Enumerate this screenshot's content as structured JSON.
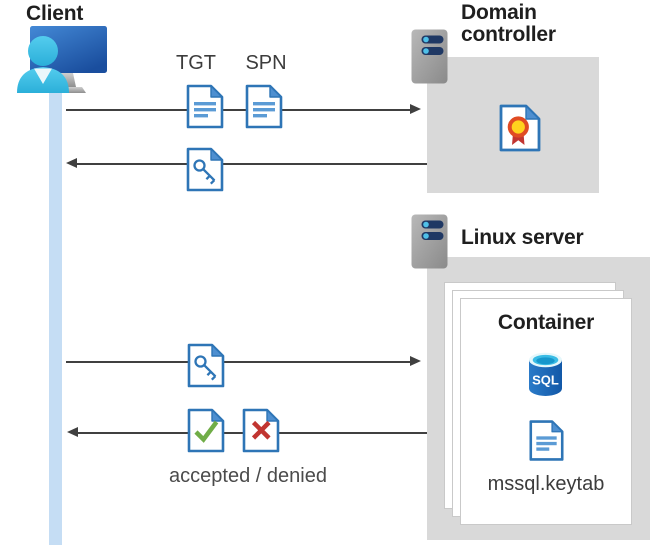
{
  "diagram": {
    "client": {
      "label": "Client"
    },
    "domain_controller": {
      "label": "Domain controller"
    },
    "linux_server": {
      "label": "Linux server"
    },
    "container": {
      "label": "Container",
      "sql_badge": "SQL",
      "keytab_file": "mssql.keytab"
    },
    "messages": {
      "request_tickets": {
        "tgt": "TGT",
        "spn": "SPN"
      },
      "response": {
        "result_label": "accepted / denied"
      }
    },
    "colors": {
      "box_gray": "#D9D9D9",
      "doc_border_blue": "#2E75B6",
      "doc_fold_blue": "#4E8FD0",
      "doc_line_blue": "#5B9BD5",
      "success_green": "#70AD47",
      "denied_red": "#C13531",
      "cert_yellow": "#FFD21E",
      "cert_ring_red": "#E04B23",
      "arrow_gray": "#404040",
      "lifeline_blue": "#C5DDF4",
      "server_pill_navy": "#1F3864",
      "server_dot_cyan": "#4FC0E8",
      "sql_cylinder_blue": "#1A66B5",
      "monitor_blue": "#2F6FC0",
      "person_cyan": "#3FC3E6"
    }
  }
}
